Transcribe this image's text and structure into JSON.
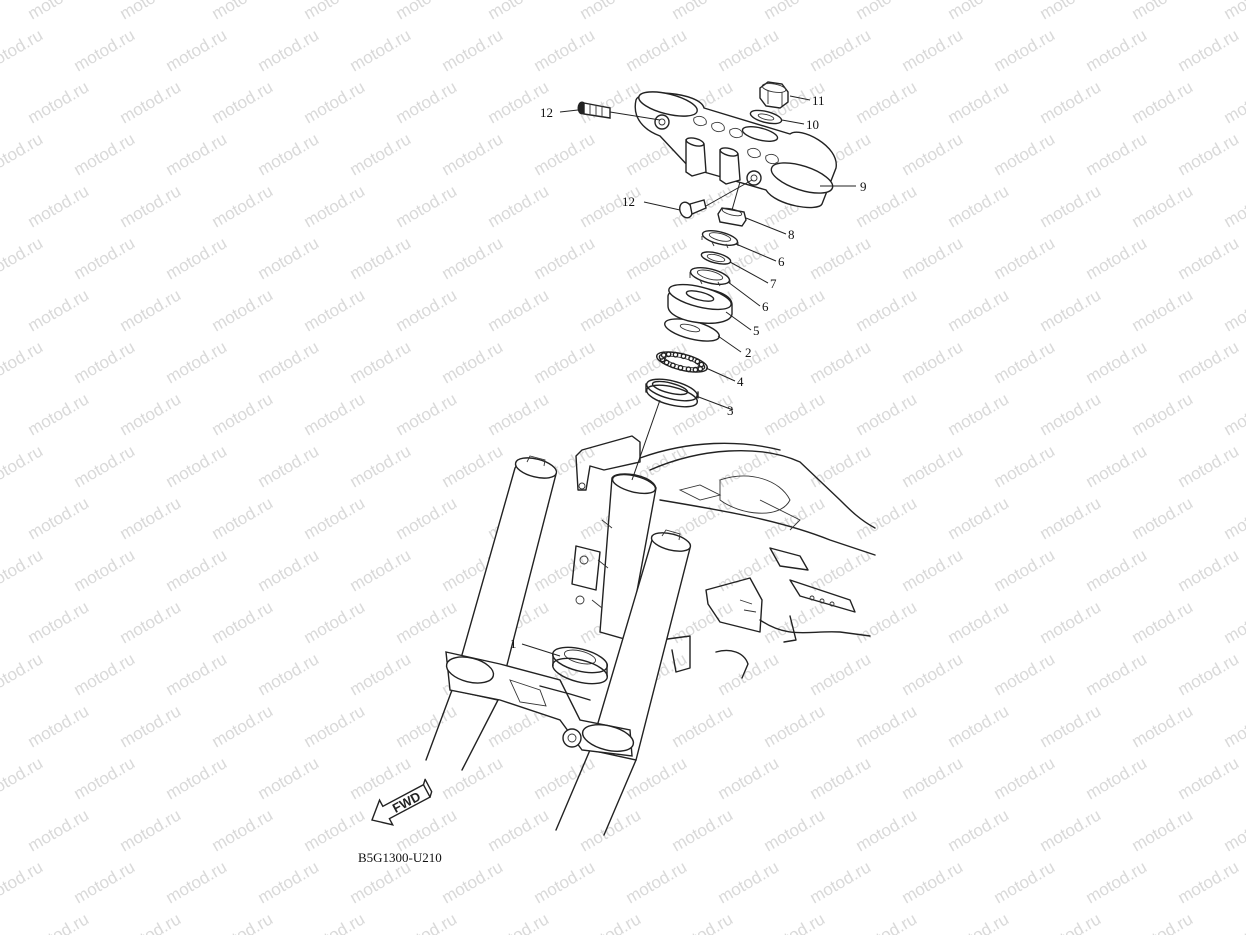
{
  "watermark": "motod.ru",
  "diagram_code": "B5G1300-U210",
  "direction_label": "FWD",
  "callouts": [
    {
      "id": "c1",
      "label": "1"
    },
    {
      "id": "c2",
      "label": "2"
    },
    {
      "id": "c3",
      "label": "3"
    },
    {
      "id": "c4",
      "label": "4"
    },
    {
      "id": "c5",
      "label": "5"
    },
    {
      "id": "c6a",
      "label": "6"
    },
    {
      "id": "c6b",
      "label": "6"
    },
    {
      "id": "c7",
      "label": "7"
    },
    {
      "id": "c8",
      "label": "8"
    },
    {
      "id": "c9",
      "label": "9"
    },
    {
      "id": "c10",
      "label": "10"
    },
    {
      "id": "c11",
      "label": "11"
    },
    {
      "id": "c12a",
      "label": "12"
    },
    {
      "id": "c12b",
      "label": "12"
    }
  ]
}
